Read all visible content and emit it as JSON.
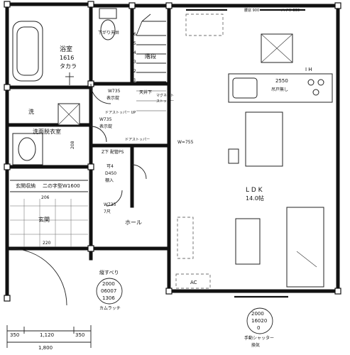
{
  "rooms": {
    "bath": {
      "name": "浴室",
      "size": "1616",
      "maker": "タカラ"
    },
    "stairs": {
      "label": "階段",
      "steps": [
        "1",
        "2",
        "3",
        "4",
        "5",
        "6"
      ]
    },
    "ldk": {
      "name": "L D K",
      "area": "14.0帖"
    },
    "wash": {
      "name": "洗面脱衣室",
      "sink": "洗"
    },
    "entrance_storage": {
      "name": "玄関収納",
      "note": "二の字型W1600"
    },
    "entrance": {
      "name": "玄関"
    },
    "hall": {
      "name": "ホール"
    },
    "toilet": {
      "label": "Z下 配管PS"
    }
  },
  "notes": {
    "top_left": "下がり天井",
    "window_top1": "腰窓 900",
    "window_top2": "ハイサ 900",
    "ih": "I H",
    "kitchen": {
      "size": "2550",
      "note": "吊戸無し"
    },
    "dimension": "W735",
    "w735_label": "表示錠",
    "tenjo": "天井下",
    "mag_stop": "マグネット",
    "mag_stop2": "ストッパー",
    "door_stop_up": "ドアストッパー UP",
    "w735_b": "W735",
    "w735_b_label": "表示錠",
    "door_stop": "ドアストッパー",
    "w755": "W=755",
    "kakou": "可4",
    "d450": "D450",
    "d450_b": "棚入",
    "w735_c": "W735",
    "w735_c_label": "7尺",
    "dim_206": "206",
    "dim_220": "220",
    "dim_208": "208",
    "ac": "AC",
    "window_bottom_title": "縦すべり",
    "window_bottom": [
      "2000",
      "06007",
      "1306"
    ],
    "window_bottom_note": "カムラッチ",
    "sash": [
      "2000",
      "16020",
      "0"
    ],
    "sash_note": "手動シャッター",
    "sash_note2": "換気"
  },
  "dims": {
    "bottom_parts": [
      "350",
      "1,120",
      "350"
    ],
    "bottom_total": "1,800"
  }
}
